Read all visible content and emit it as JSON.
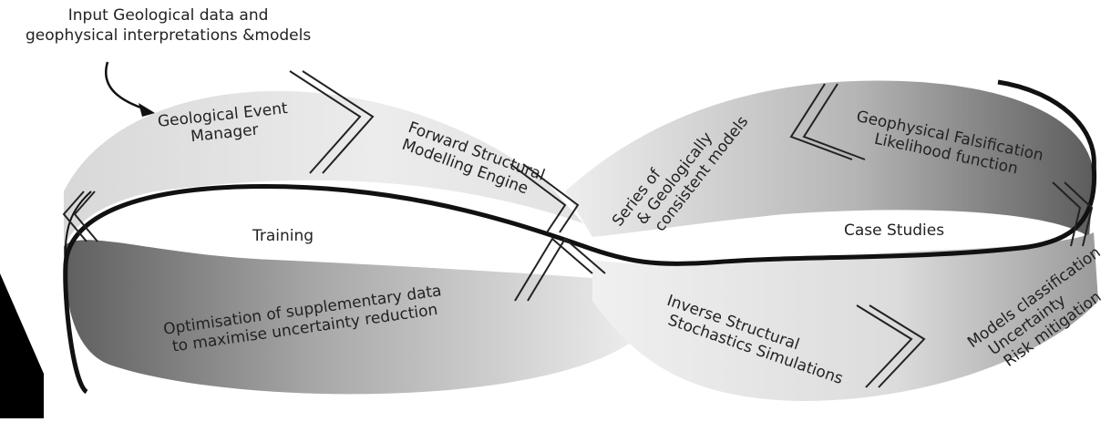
{
  "input_note": {
    "line1": "Input Geological data and",
    "line2": "geophysical interpretations &models"
  },
  "labels": {
    "event_manager": [
      "Geological Event",
      "Manager"
    ],
    "forward_engine": [
      "Forward Structural",
      "Modelling Engine"
    ],
    "series_models": [
      "Series of",
      "& Geologically",
      "consistent models"
    ],
    "falsification": [
      "Geophysical Falsification",
      "Likelihood function"
    ],
    "training": "Training",
    "case_studies": "Case Studies",
    "optimisation": [
      "Optimisation of supplementary data",
      "to maximise uncertainty reduction"
    ],
    "inverse": [
      "Inverse Structural",
      "Stochastics Simulations"
    ],
    "classification": [
      "Models classification",
      "Uncertainty",
      "Risk mitigation"
    ]
  },
  "colors": {
    "band_light": "#e4e4e4",
    "band_dark": "#6f6f6f",
    "outline": "#111111",
    "text": "#222222"
  }
}
